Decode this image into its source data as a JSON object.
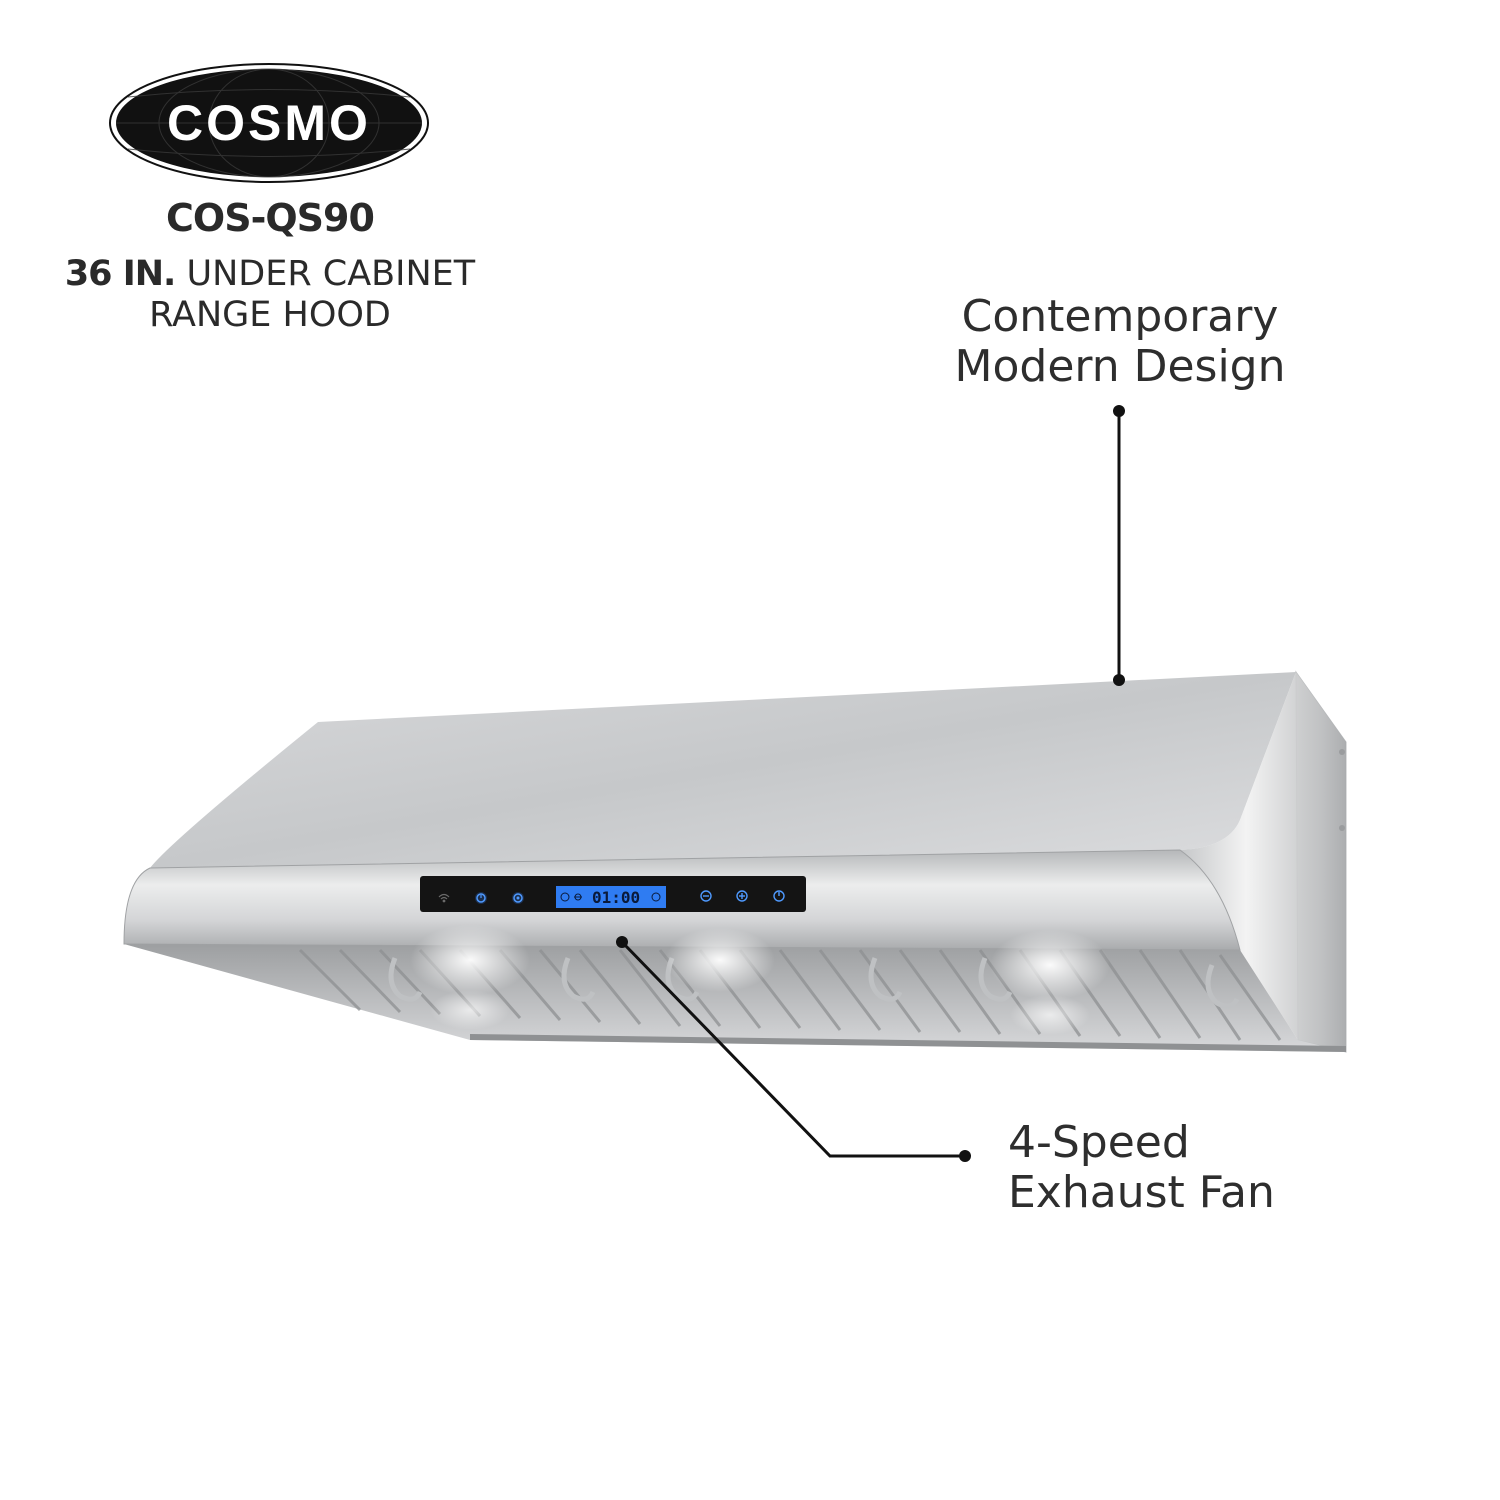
{
  "brand": {
    "logo_text": "COSMO"
  },
  "product": {
    "model": "COS-QS90",
    "size_bold": "36 IN.",
    "size_rest": " UNDER CABINET",
    "line2": "RANGE HOOD"
  },
  "callouts": {
    "top": {
      "line1": "Contemporary",
      "line2": "Modern Design"
    },
    "bottom": {
      "line1": "4-Speed",
      "line2": "Exhaust Fan"
    }
  },
  "control_panel": {
    "display_value": "01:00"
  },
  "colors": {
    "logo_black": "#111111",
    "steel_light": "#e8e9ea",
    "steel_mid": "#c9cbcd",
    "steel_dark": "#9a9c9e",
    "panel_black": "#141414",
    "display_blue": "#2f7cf2",
    "text_dark": "#2e2e2e"
  }
}
